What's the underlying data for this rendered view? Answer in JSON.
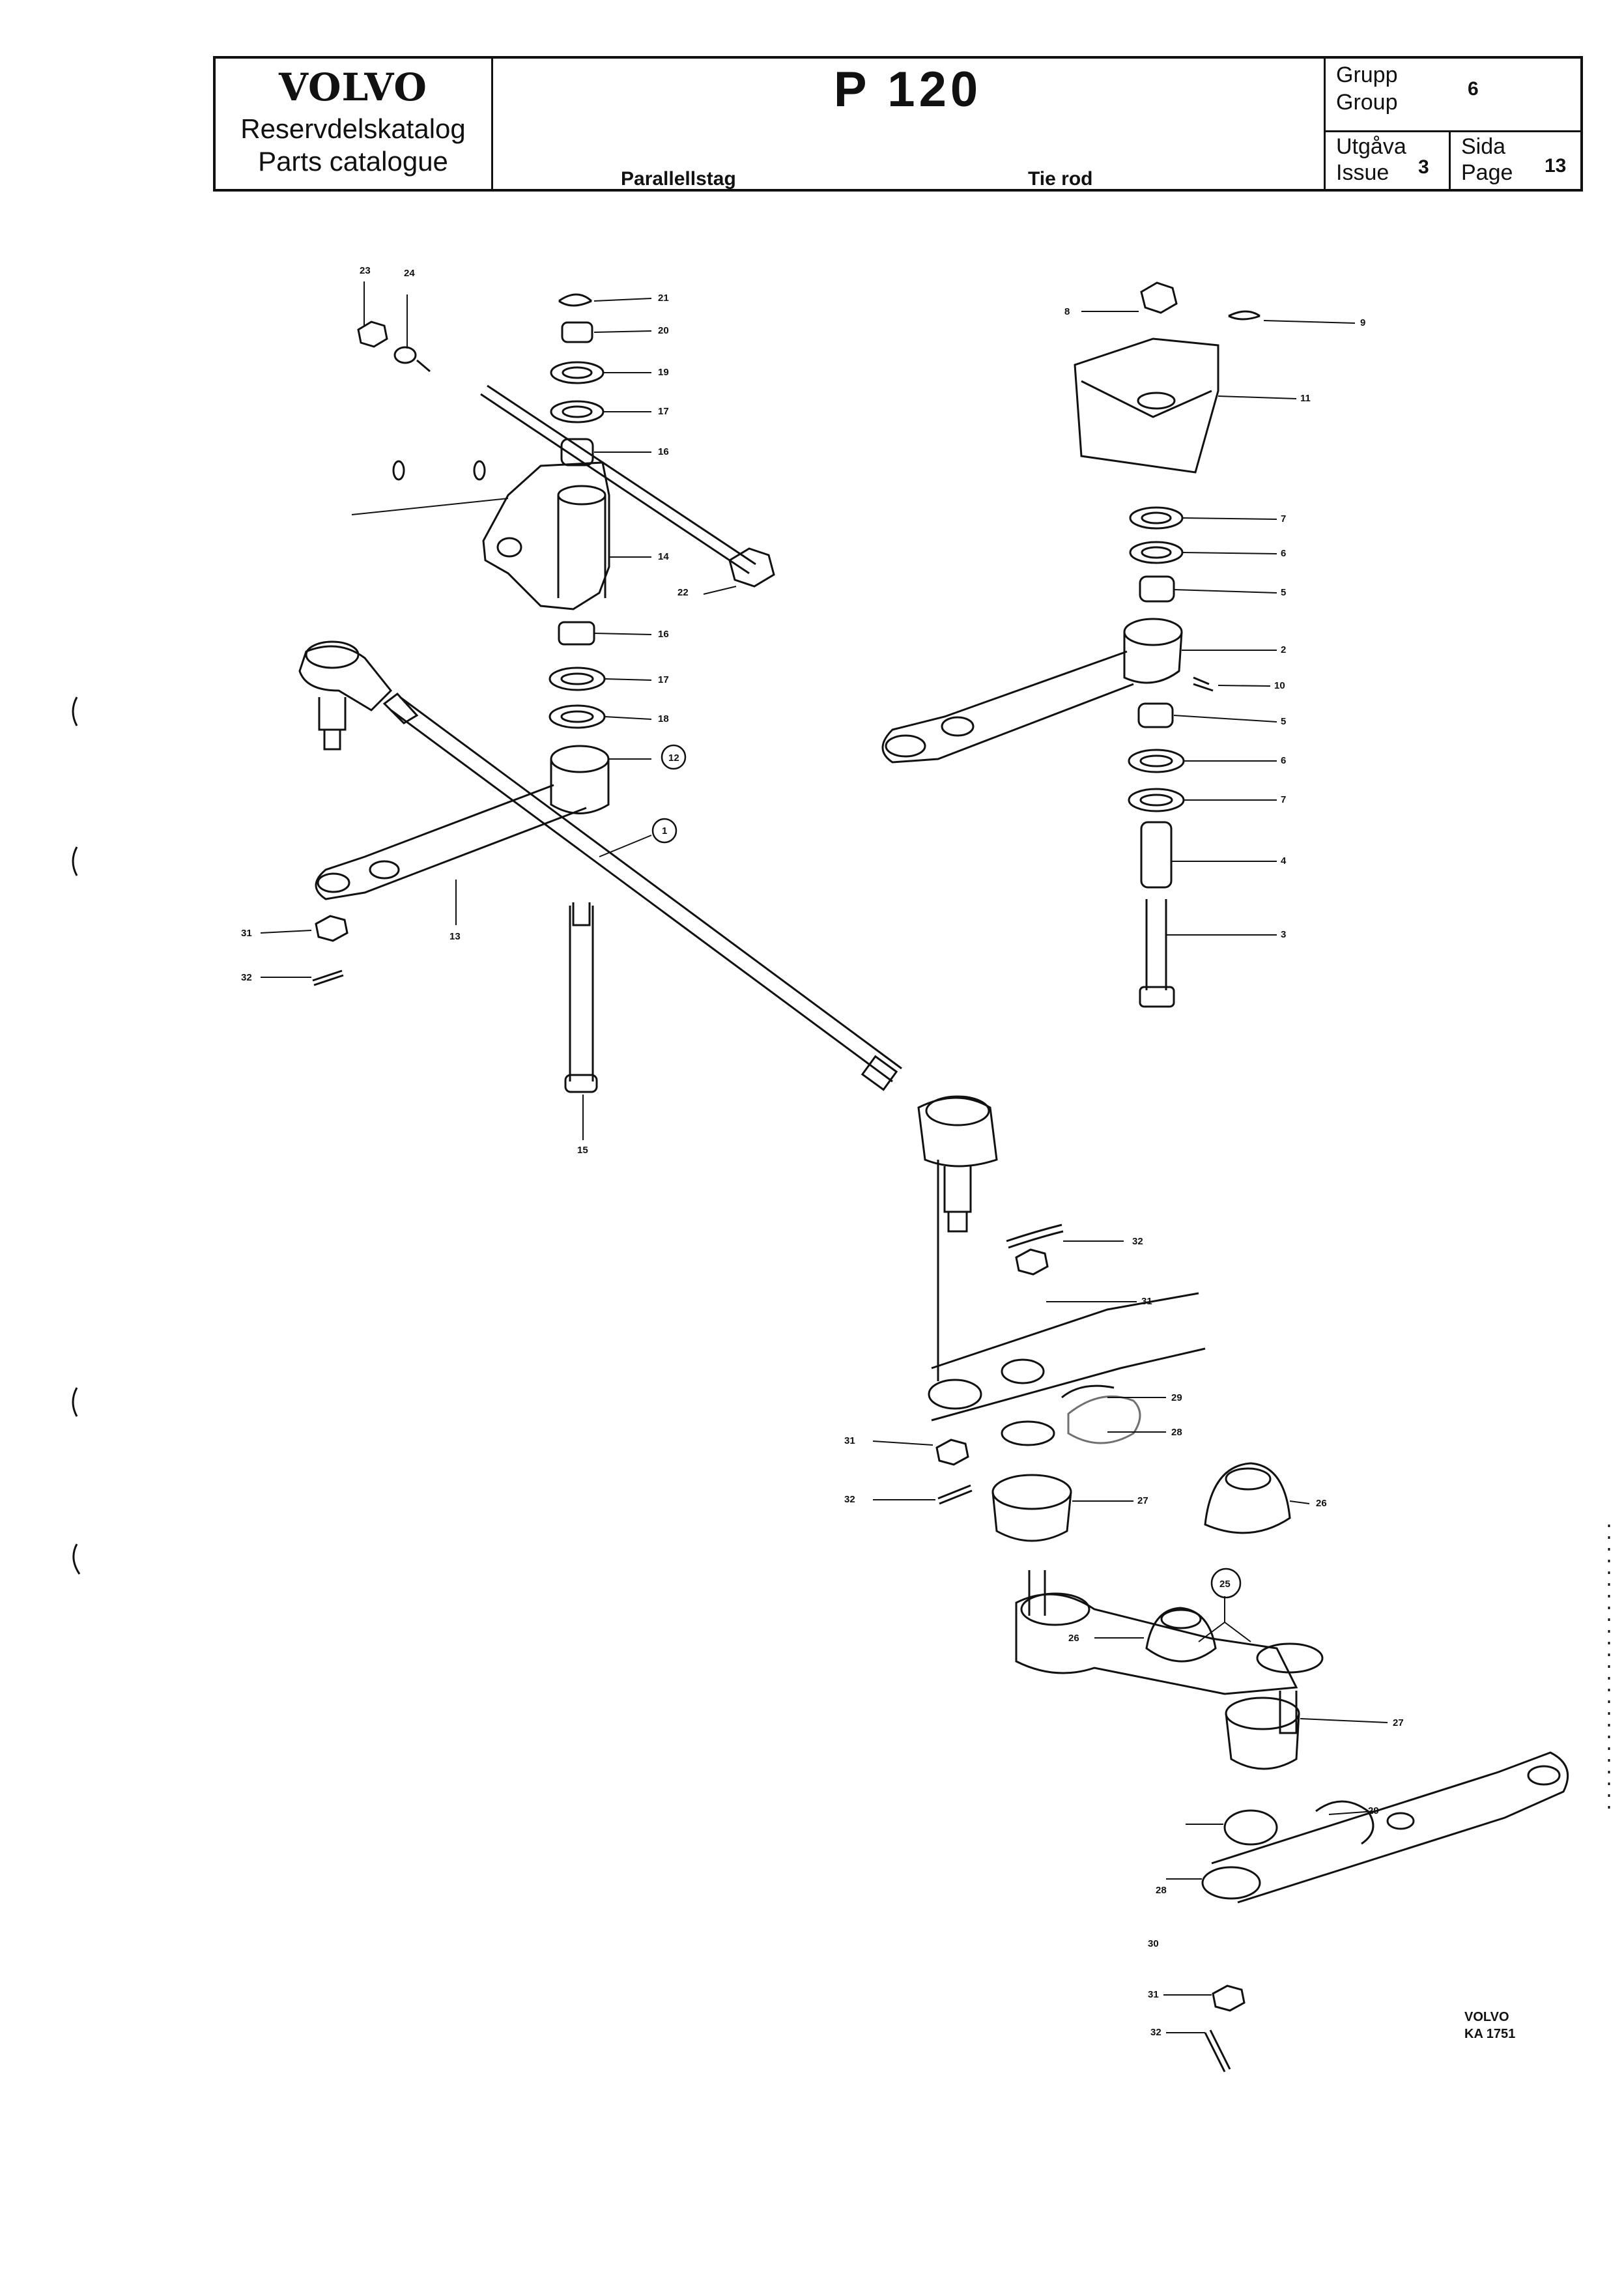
{
  "header": {
    "brand": "VOLVO",
    "catalog_sv": "Reservdelskatalog",
    "catalog_en": "Parts catalogue",
    "model": "P 120",
    "title_sv": "Parallellstag",
    "title_en": "Tie rod",
    "group_sv": "Grupp",
    "group_en": "Group",
    "group_value": "6",
    "issue_sv": "Utgåva",
    "issue_en": "Issue",
    "issue_value": "3",
    "page_sv": "Sida",
    "page_en": "Page",
    "page_value": "13"
  },
  "callouts": [
    "23",
    "24",
    "21",
    "20",
    "19",
    "17",
    "16",
    "14",
    "22",
    "16",
    "17",
    "18",
    "12",
    "1",
    "13",
    "31",
    "32",
    "15",
    "8",
    "9",
    "11",
    "7",
    "6",
    "5",
    "2",
    "10",
    "5",
    "6",
    "7",
    "4",
    "3",
    "32",
    "31",
    "29",
    "28",
    "31",
    "32",
    "27",
    "26",
    "25",
    "26",
    "27",
    "29",
    "28",
    "30",
    "31",
    "32"
  ],
  "circled_callouts": [
    "12",
    "1",
    "25"
  ],
  "footer": {
    "brand": "VOLVO",
    "drawing_code": "KA 1751"
  }
}
